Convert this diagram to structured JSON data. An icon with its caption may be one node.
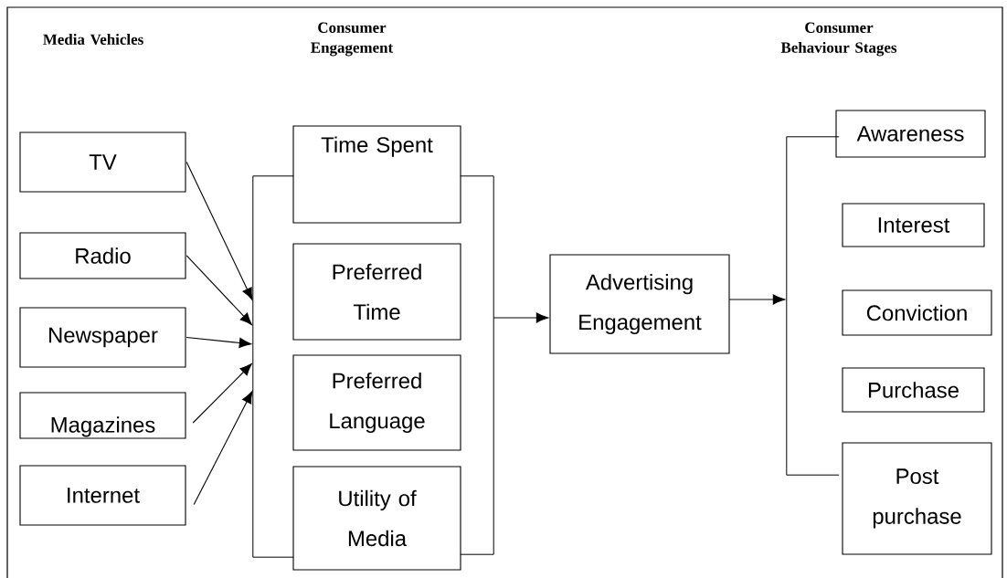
{
  "diagram": {
    "nodes": [
      {
        "text": [
          "TV"
        ]
      },
      {
        "text": [
          "Radio"
        ]
      },
      {
        "text": [
          "Newspaper"
        ]
      },
      {
        "text": [
          "Magazines"
        ]
      },
      {
        "text": [
          "Internet"
        ]
      },
      {
        "text": [],
        "shape": "bracket"
      },
      {
        "text": [
          "Time Spent"
        ]
      },
      {
        "text": [
          "Preferred Time"
        ]
      },
      {
        "text": [
          "Preferred Language"
        ]
      },
      {
        "text": [
          "Utility of Media"
        ]
      },
      {
        "text": [],
        "shape": "bracket"
      },
      {
        "text": [
          "Advertising Engagement"
        ]
      },
      {
        "text": [],
        "shape": "bracket"
      },
      {
        "text": [
          "Awareness"
        ]
      },
      {
        "text": [
          "Interest"
        ]
      },
      {
        "text": [
          "Conviction"
        ]
      },
      {
        "text": [
          "Purchase"
        ]
      },
      {
        "text": [
          "Post purchase"
        ]
      }
    ],
    "edges": [
      {
        "from": 0,
        "to": 5,
        "arrow": "to"
      },
      {
        "from": 1,
        "to": 5,
        "arrow": "to"
      },
      {
        "from": 2,
        "to": 5,
        "arrow": "to"
      },
      {
        "from": 3,
        "to": 5,
        "arrow": "to"
      },
      {
        "from": 4,
        "to": 5,
        "arrow": "to"
      },
      {
        "from": 10,
        "to": 11,
        "arrow": "to"
      },
      {
        "from": 11,
        "to": 12,
        "arrow": "to"
      }
    ],
    "labels": [
      "Media Vehicles",
      "Consumer Engagement",
      "Consumer Behaviour Stages"
    ]
  }
}
